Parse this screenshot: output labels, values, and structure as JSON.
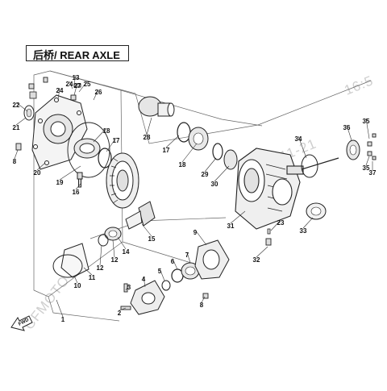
{
  "title": {
    "chinese": "后桥",
    "english": "REAR AXLE"
  },
  "watermark": {
    "brand": "CFMOTO",
    "date_left": "11-21",
    "date_right": "16:5"
  },
  "fwd_label": "FWD",
  "callouts": [
    "1",
    "2",
    "3",
    "4",
    "5",
    "6",
    "7",
    "8",
    "9",
    "10",
    "11",
    "12",
    "12",
    "13",
    "14",
    "15",
    "16",
    "17",
    "17",
    "18",
    "18",
    "19",
    "20",
    "21",
    "22",
    "23",
    "24",
    "24",
    "25",
    "26",
    "27",
    "28",
    "29",
    "30",
    "31",
    "32",
    "33",
    "34",
    "35",
    "35",
    "36",
    "37",
    "8"
  ]
}
